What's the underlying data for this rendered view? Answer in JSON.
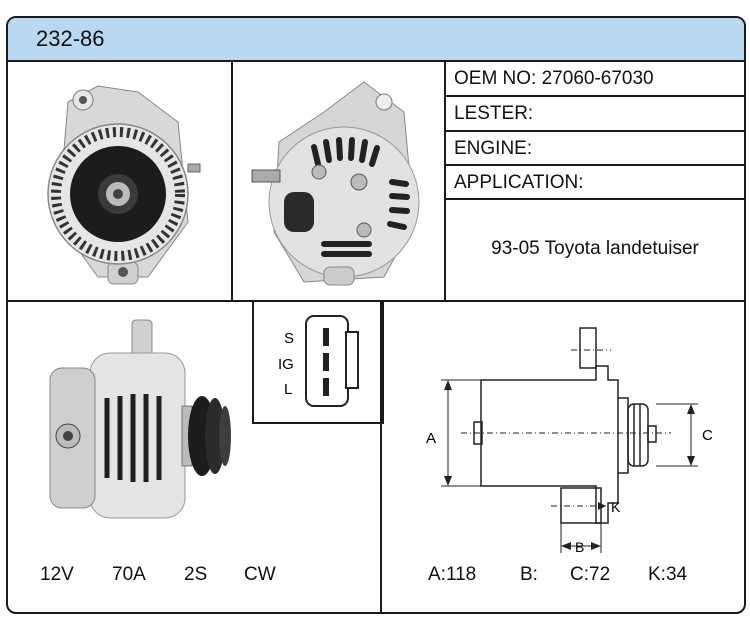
{
  "header": {
    "part_number": "232-86"
  },
  "info": {
    "oem": "OEM NO: 27060-67030",
    "lester": "LESTER:",
    "engine": "ENGINE:",
    "application": "APPLICATION:",
    "application_value": "93-05 Toyota landetuiser"
  },
  "connector": {
    "pins": [
      "S",
      "IG",
      "L"
    ]
  },
  "specs": {
    "voltage": "12V",
    "amperage": "70A",
    "groove": "2S",
    "rotation": "CW"
  },
  "dimensions": {
    "labels": {
      "a": "A",
      "b": "B",
      "c": "C",
      "k": "K"
    },
    "values": {
      "a": "A:118",
      "b": "B:",
      "c": "C:72",
      "k": "K:34"
    }
  }
}
